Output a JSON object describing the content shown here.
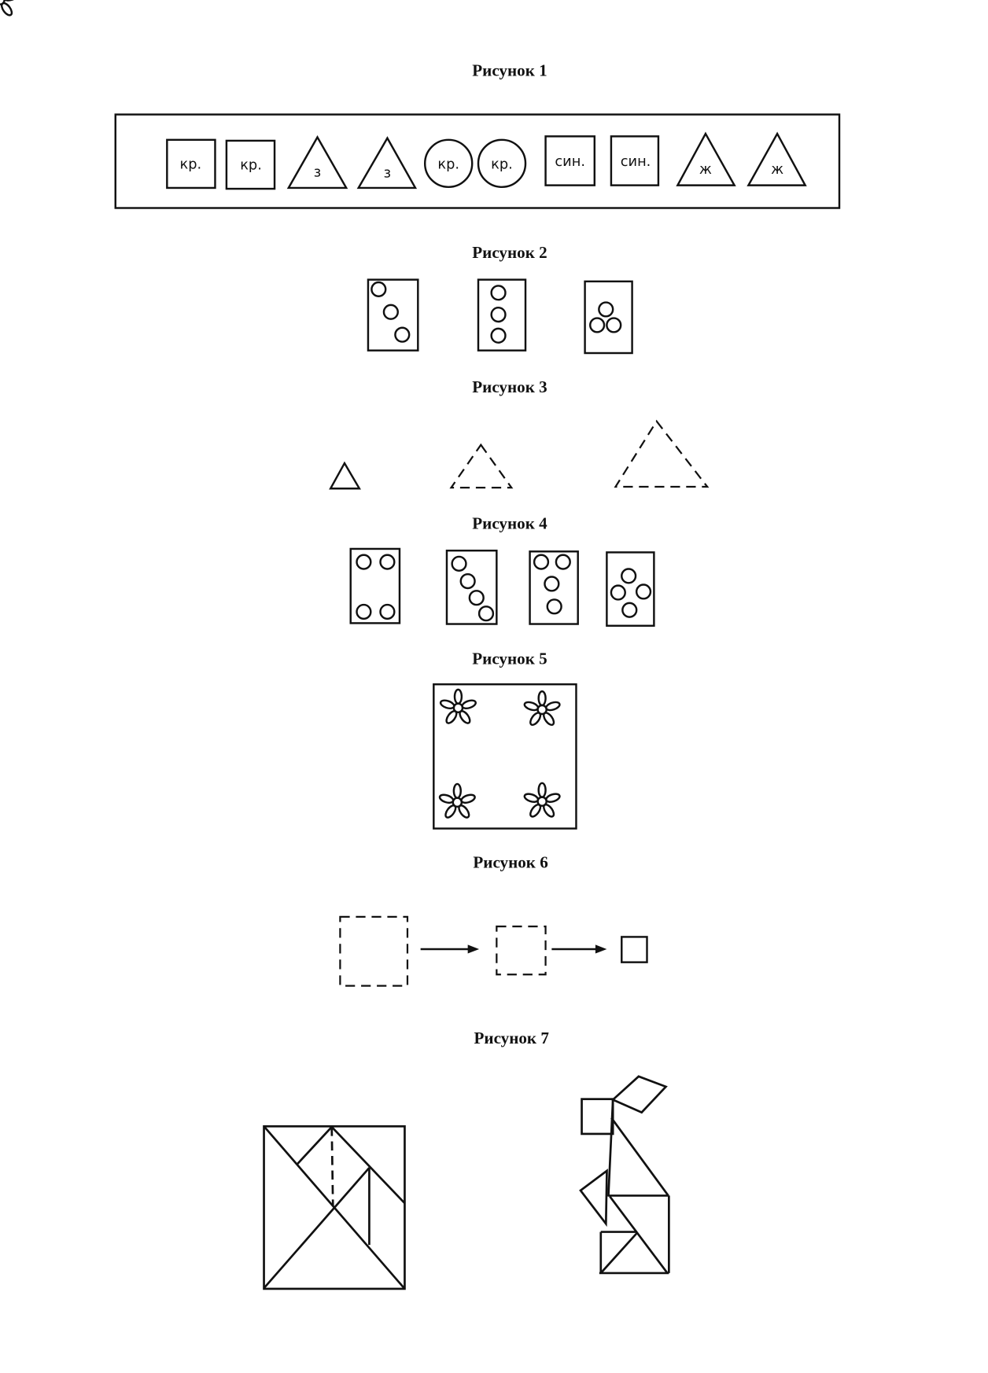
{
  "figures": {
    "fig1": {
      "title": "Рисунок 1",
      "labels": [
        "кр.",
        "кр.",
        "з",
        "з",
        "кр.",
        "кр.",
        "син.",
        "син.",
        "ж",
        "ж"
      ]
    },
    "fig2": {
      "title": "Рисунок 2"
    },
    "fig3": {
      "title": "Рисунок 3"
    },
    "fig4": {
      "title": "Рисунок 4"
    },
    "fig5": {
      "title": "Рисунок 5"
    },
    "fig6": {
      "title": "Рисунок 6"
    },
    "fig7": {
      "title": "Рисунок 7"
    }
  }
}
